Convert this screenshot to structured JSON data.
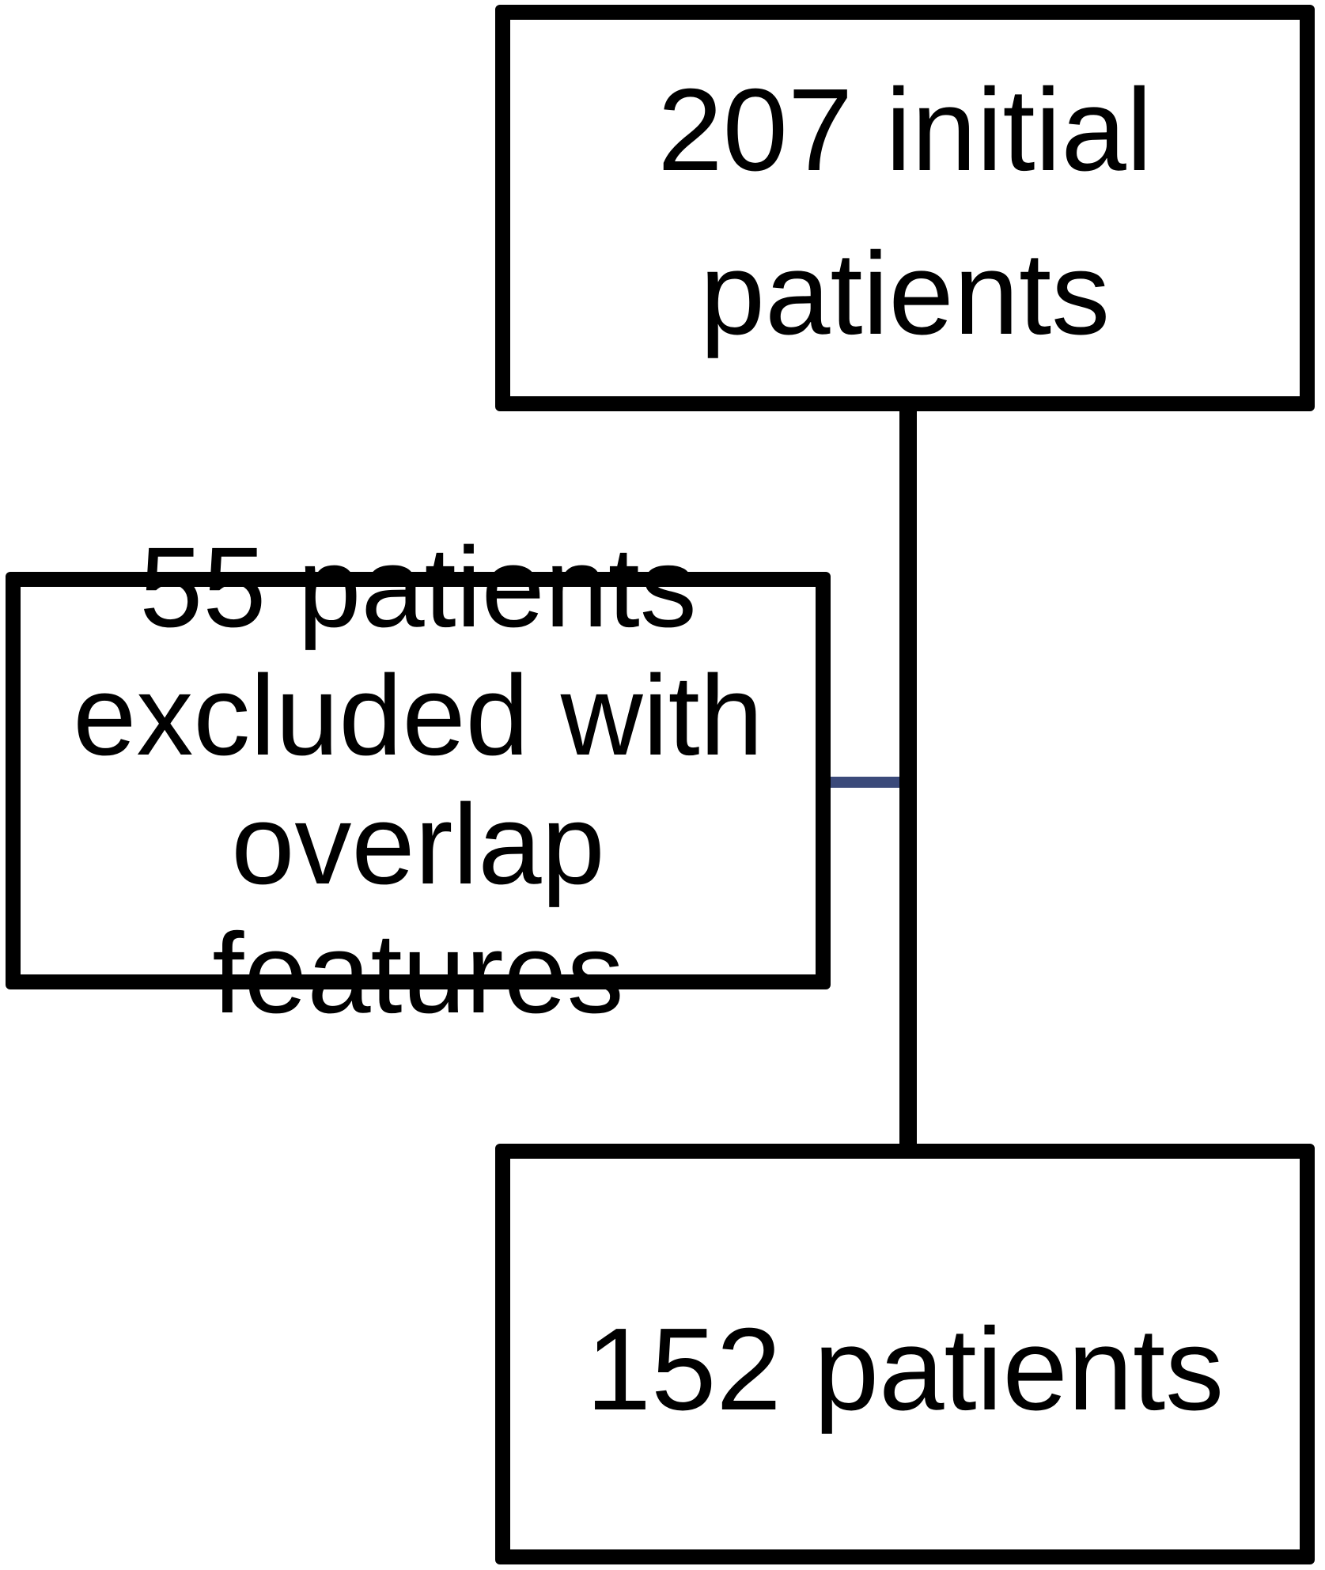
{
  "diagram": {
    "type": "flowchart",
    "nodes": [
      {
        "id": "initial",
        "label": "207 initial\npatients"
      },
      {
        "id": "excluded",
        "label": "55 patients\nexcluded with\noverlap features"
      },
      {
        "id": "final",
        "label": "152 patients"
      }
    ],
    "edges": [
      {
        "from": "initial",
        "to": "final"
      },
      {
        "from": "excluded",
        "to": "initial-final-line"
      }
    ],
    "colors": {
      "box_border": "#000000",
      "main_line": "#000000",
      "branch_line": "#3b4a7a",
      "background": "#ffffff"
    }
  }
}
